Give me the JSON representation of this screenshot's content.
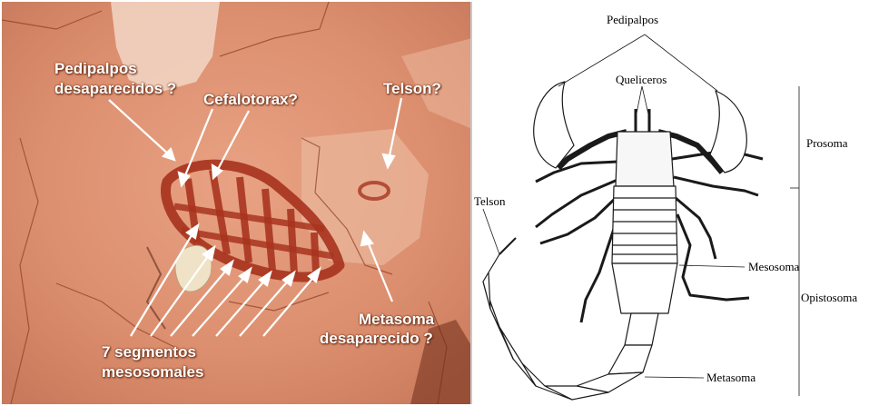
{
  "photo": {
    "labels": {
      "pedipalpos_line1": "Pedipalpos",
      "pedipalpos_line2": "desaparecidos ?",
      "cefalotorax": "Cefalotorax?",
      "telson": "Telson?",
      "metasoma_line1": "Metasoma",
      "metasoma_line2": "desaparecido ?",
      "segmentos_line1": "7 segmentos",
      "segmentos_line2": "mesosomales"
    }
  },
  "drawing": {
    "labels": {
      "pedipalpos": "Pedipalpos",
      "queliceros": "Queliceros",
      "telson": "Telson",
      "prosoma": "Prosoma",
      "mesosoma": "Mesosoma",
      "opistosoma": "Opistosoma",
      "metasoma": "Metasoma"
    }
  },
  "colors": {
    "rock": "#dd9273",
    "pigment": "#a8341f",
    "annotation_text": "#ffffff",
    "drawing_ink": "#1a1a1a"
  }
}
